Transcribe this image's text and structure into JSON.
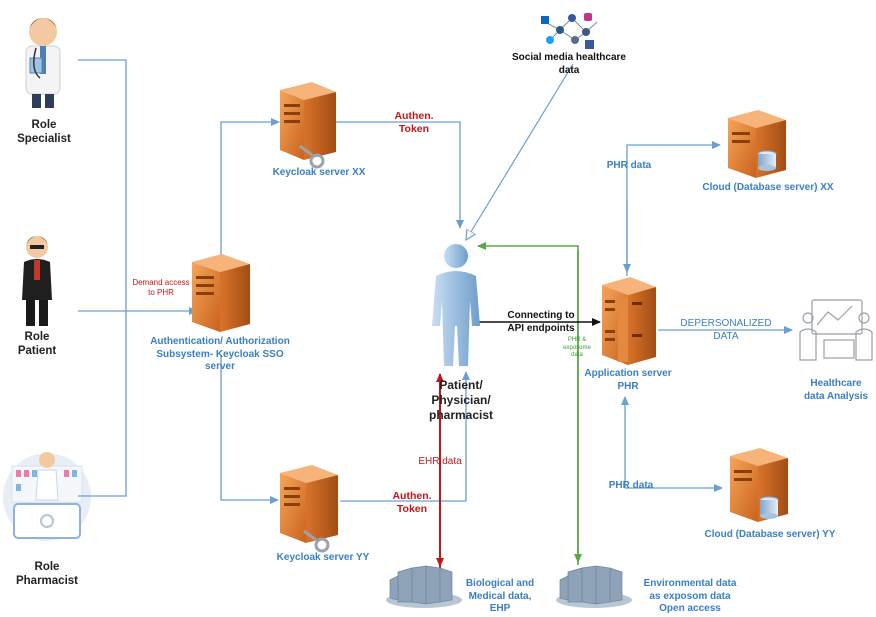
{
  "roles": {
    "specialist": "Role\nSpecialist",
    "patient": "Role\nPatient",
    "pharmacist": "Role\nPharmacist"
  },
  "labels": {
    "keycloak_xx": "Keycloak server XX",
    "keycloak_yy": "Keycloak server YY",
    "auth_subsystem": "Authentication/ Authorization\nSubsystem- Keycloak SSO\nserver",
    "demand_access": "Demand access\nto PHR",
    "authen_token_top": "Authen.\nToken",
    "authen_token_bottom": "Authen.\nToken",
    "social_media": "Social media healthcare\ndata",
    "patient_physician": "Patient/\nPhysician/\npharmacist",
    "connecting": "Connecting to\nAPI endpoints",
    "phr_exposome": "PHR &\nexposome\ndata",
    "ehr_data": "EHR data",
    "app_server": "Application server\nPHR",
    "phr_data_top": "PHR data",
    "phr_data_bottom": "PHR data",
    "cloud_xx": "Cloud (Database server) XX",
    "cloud_yy": "Cloud (Database server) YY",
    "depersonalized": "DEPERSONALIZED\nDATA",
    "healthcare_analysis": "Healthcare\ndata Analysis",
    "bio_medical": "Biological and\nMedical data,\nEHP",
    "environmental": "Environmental data\nas exposom data\nOpen access"
  },
  "colors": {
    "arrow_blue": "#6a9fcf",
    "arrow_red": "#c0171a",
    "arrow_green": "#5aa845",
    "server_orange": "#e8812f",
    "person_blue": "#9cc3e6"
  }
}
